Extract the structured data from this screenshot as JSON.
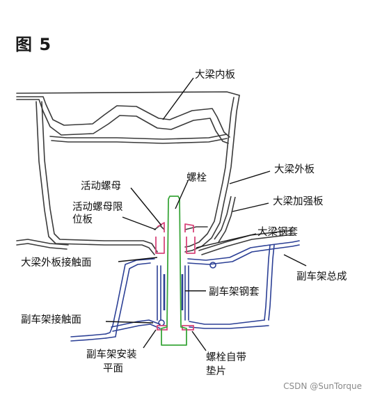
{
  "figure_title": "图 5",
  "labels": {
    "beam_inner_panel": "大梁内板",
    "beam_outer_panel": "大梁外板",
    "bolt": "螺栓",
    "floating_nut": "活动螺母",
    "floating_nut_limiter_line1": "活动螺母限",
    "floating_nut_limiter_line2": "位板",
    "beam_reinforcement": "大梁加强板",
    "beam_steel_sleeve": "大梁钢套",
    "beam_outer_contact": "大梁外板接触面",
    "subframe_assembly": "副车架总成",
    "subframe_steel_sleeve": "副车架钢套",
    "subframe_contact": "副车架接触面",
    "subframe_mount_plane_line1": "副车架安装",
    "subframe_mount_plane_line2": "平面",
    "bolt_washer_line1": "螺栓自带",
    "bolt_washer_line2": "垫片"
  },
  "watermark": "CSDN @SunTorque",
  "colors": {
    "body_line": "#3a3a3a",
    "subframe_line": "#2b3f95",
    "bolt_line": "#3aa63a",
    "sleeve_line": "#d8457a",
    "leader_line": "#111111"
  }
}
